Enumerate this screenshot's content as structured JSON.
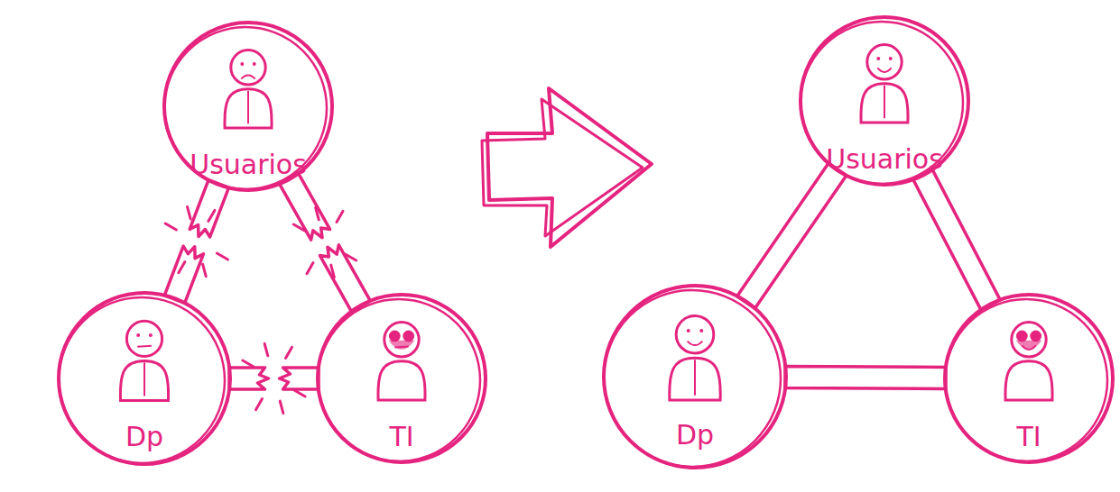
{
  "diagram": {
    "nodes": [
      {
        "text": [
          "Usuarios"
        ]
      },
      {
        "text": [
          "Dp"
        ]
      },
      {
        "text": [
          "TI"
        ]
      },
      {
        "text": [
          "Usuarios"
        ]
      },
      {
        "text": [
          "Dp"
        ]
      },
      {
        "text": [
          "TI"
        ]
      }
    ],
    "edges": [
      {
        "from": 0,
        "to": 1,
        "arrow": "none"
      },
      {
        "from": 0,
        "to": 2,
        "arrow": "none"
      },
      {
        "from": 1,
        "to": 2,
        "arrow": "none"
      },
      {
        "from": 3,
        "to": 4,
        "arrow": "none"
      },
      {
        "from": 3,
        "to": 5,
        "arrow": "none"
      },
      {
        "from": 4,
        "to": 5,
        "arrow": "none"
      }
    ]
  }
}
